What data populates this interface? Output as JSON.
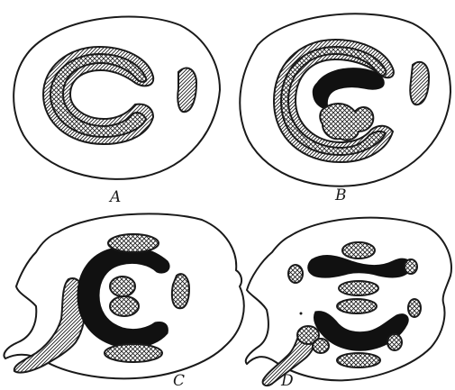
{
  "figure": {
    "panel_labels": {
      "a": "A",
      "b": "B",
      "c": "C",
      "d": "D"
    },
    "colors": {
      "ink": "#1a1a1a",
      "solid_fill": "#111111",
      "paper": "#ffffff"
    },
    "patterns": [
      "crosshatch",
      "diagonal-hatch",
      "solid-black"
    ]
  }
}
